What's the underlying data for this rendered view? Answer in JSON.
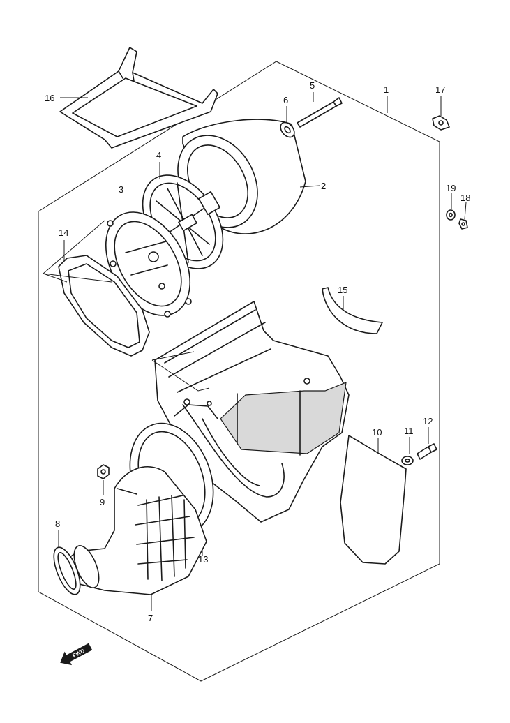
{
  "diagram": {
    "callouts": [
      "1",
      "2",
      "3",
      "4",
      "5",
      "6",
      "7",
      "8",
      "9",
      "10",
      "11",
      "12",
      "13",
      "14",
      "15",
      "16",
      "17",
      "18",
      "19"
    ],
    "fwd_label": "FWD"
  }
}
